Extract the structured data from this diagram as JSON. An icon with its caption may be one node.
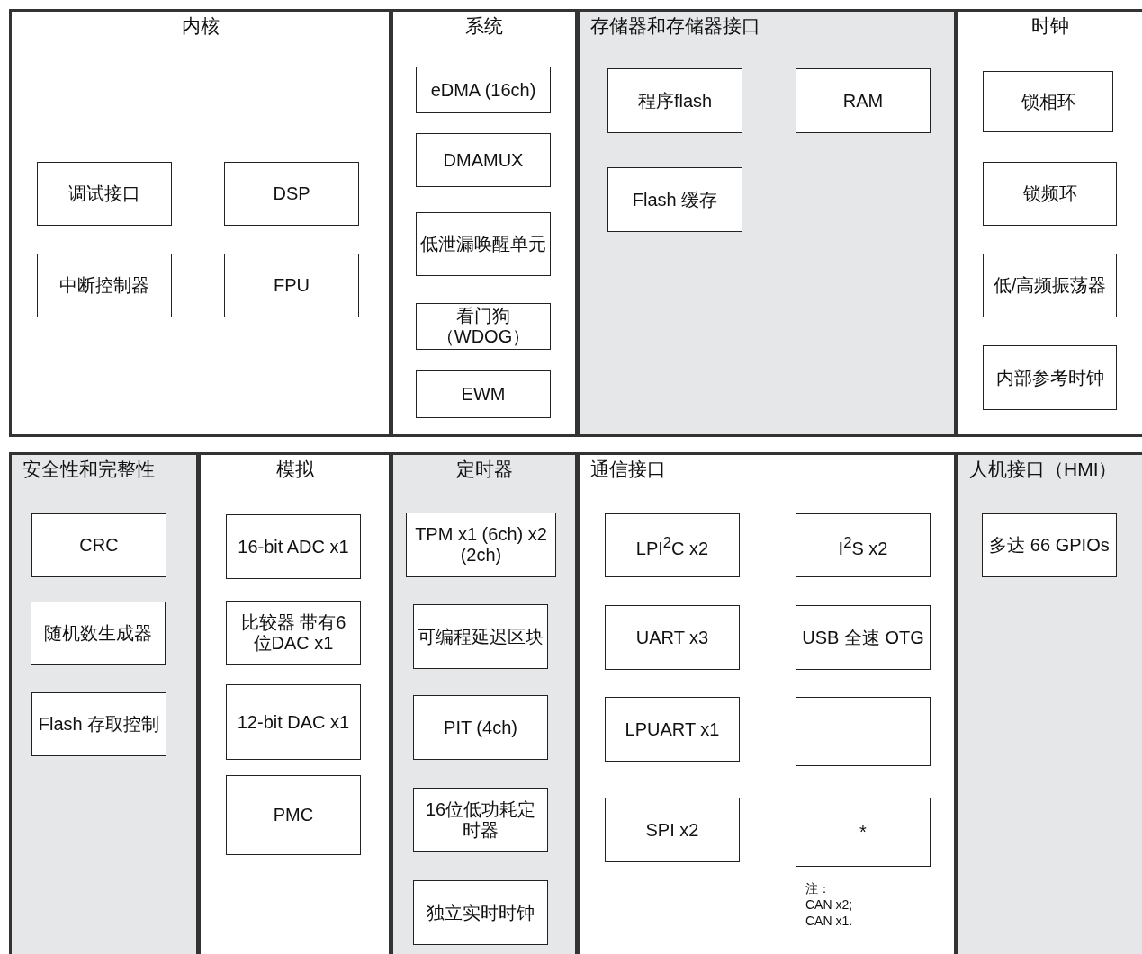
{
  "diagram": {
    "nodes": [
      {
        "text": [
          "内核"
        ]
      },
      {
        "text": [
          "调试接口"
        ],
        "in": 0
      },
      {
        "text": [
          "DSP"
        ],
        "in": 0
      },
      {
        "text": [
          "中断控制器"
        ],
        "in": 0
      },
      {
        "text": [
          "FPU"
        ],
        "in": 0
      },
      {
        "text": [
          "系统"
        ]
      },
      {
        "text": [
          "eDMA (16ch)"
        ],
        "in": 5
      },
      {
        "text": [
          "DMAMUX"
        ],
        "in": 5
      },
      {
        "text": [
          "低泄漏唤醒单元"
        ],
        "in": 5
      },
      {
        "text": [
          "看门狗（WDOG）"
        ],
        "in": 5
      },
      {
        "text": [
          "EWM"
        ],
        "in": 5
      },
      {
        "text": [
          "存储器和存储器接口"
        ]
      },
      {
        "text": [
          "程序flash"
        ],
        "in": 11
      },
      {
        "text": [
          "RAM"
        ],
        "in": 11
      },
      {
        "text": [
          "Flash 缓存"
        ],
        "in": 11
      },
      {
        "text": [
          "时钟"
        ]
      },
      {
        "text": [
          "锁相环"
        ],
        "in": 15
      },
      {
        "text": [
          "锁频环"
        ],
        "in": 15
      },
      {
        "text": [
          "低/高频振荡器"
        ],
        "in": 15
      },
      {
        "text": [
          "内部参考时钟"
        ],
        "in": 15
      },
      {
        "text": [
          "安全性和完整性"
        ]
      },
      {
        "text": [
          "CRC"
        ],
        "in": 20
      },
      {
        "text": [
          "随机数生成器"
        ],
        "in": 20
      },
      {
        "text": [
          "Flash 存取控制"
        ],
        "in": 20
      },
      {
        "text": [
          "模拟"
        ]
      },
      {
        "text": [
          "16-bit ADC x1"
        ],
        "in": 24
      },
      {
        "text": [
          "比较器 带有6 位DAC x1"
        ],
        "in": 24
      },
      {
        "text": [
          "12-bit DAC x1"
        ],
        "in": 24
      },
      {
        "text": [
          "PMC"
        ],
        "in": 24
      },
      {
        "text": [
          "定时器"
        ]
      },
      {
        "text": [
          "TPM x1 (6ch) x2 (2ch)"
        ],
        "in": 29
      },
      {
        "text": [
          "可编程延迟区块"
        ],
        "in": 29
      },
      {
        "text": [
          "PIT (4ch)"
        ],
        "in": 29
      },
      {
        "text": [
          "16位低功耗定时器"
        ],
        "in": 29
      },
      {
        "text": [
          "独立实时时钟"
        ],
        "in": 29
      },
      {
        "text": [
          "通信接口"
        ]
      },
      {
        "text": [
          "LPI$^{2}$C x2"
        ],
        "in": 35
      },
      {
        "text": [
          "I$^{2}$S x2"
        ],
        "in": 35
      },
      {
        "text": [
          "UART x3"
        ],
        "in": 35
      },
      {
        "text": [
          "USB 全速 OTG"
        ],
        "in": 35
      },
      {
        "text": [
          "LPUART x1"
        ],
        "in": 35
      },
      {
        "text": [],
        "shape": "box",
        "in": 35
      },
      {
        "text": [
          "SPI x2"
        ],
        "in": 35
      },
      {
        "text": [
          "*"
        ],
        "in": 35
      },
      {
        "text": [
          "人机接口（HMI）"
        ]
      },
      {
        "text": [
          "多达 66 GPIOs"
        ],
        "in": 44
      }
    ],
    "labels": [
      "注：",
      "CAN x2;",
      "CAN x1."
    ]
  }
}
